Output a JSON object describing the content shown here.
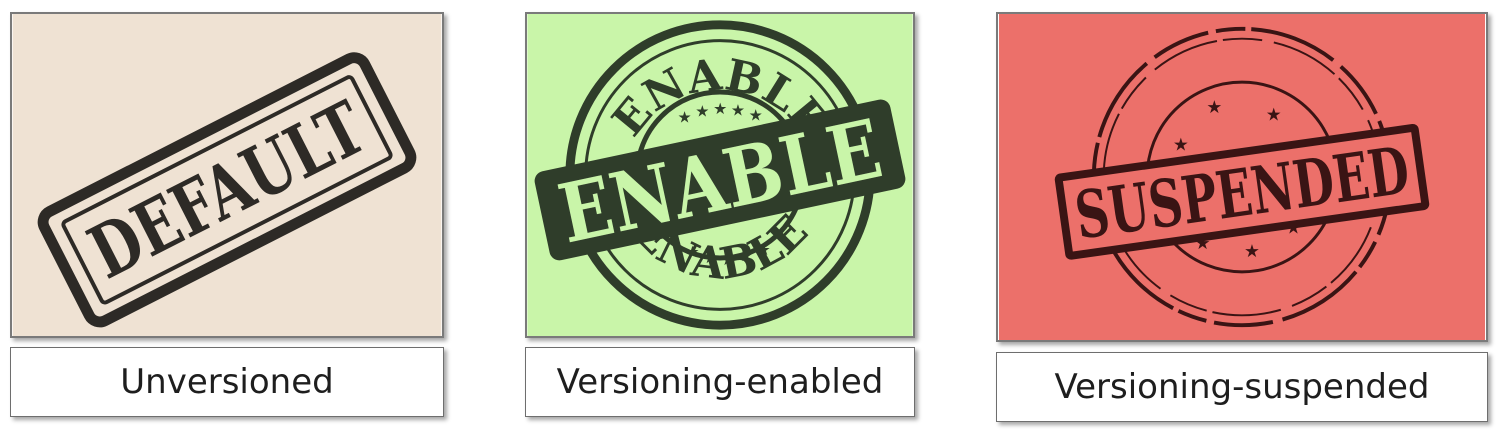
{
  "panels": [
    {
      "caption": "Unversioned",
      "stamp_text": "DEFAULT",
      "background_color": "#efe2d3",
      "ink_color": "#2d2a26",
      "stamp_icon": "rectangular-rubber-stamp"
    },
    {
      "caption": "Versioning-enabled",
      "stamp_text": "ENABLE",
      "ring_text_top": "ENABLE",
      "ring_text_bottom": "ENABLE",
      "background_color": "#c9f5a9",
      "ink_color": "#2f3d2a",
      "stamp_icon": "round-rubber-stamp"
    },
    {
      "caption": "Versioning-suspended",
      "stamp_text": "SUSPENDED",
      "background_color": "#ec706a",
      "ink_color": "#3a1414",
      "stamp_icon": "round-rubber-stamp"
    }
  ]
}
